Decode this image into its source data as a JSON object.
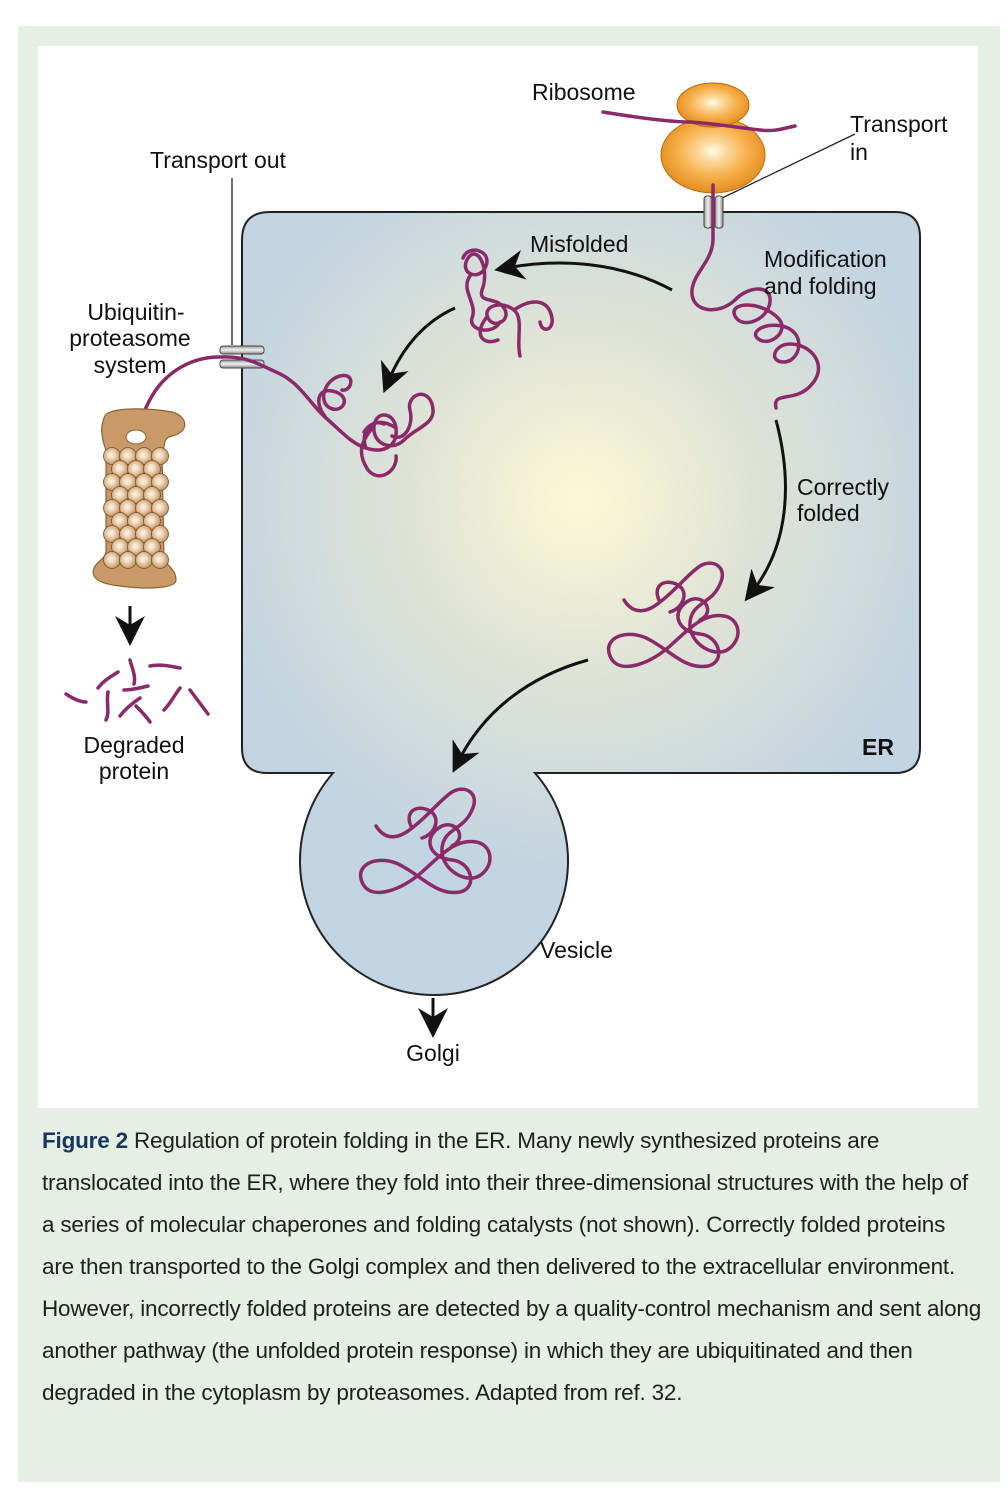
{
  "diagram": {
    "labels": {
      "ribosome": "Ribosome",
      "transport_in_line1": "Transport",
      "transport_in_line2": "in",
      "transport_out": "Transport out",
      "misfolded": "Misfolded",
      "modification_line1": "Modification",
      "modification_line2": "and folding",
      "ubiquitin_line1": "Ubiquitin-",
      "ubiquitin_line2": "proteasome",
      "ubiquitin_line3": "system",
      "correctly_line1": "Correctly",
      "correctly_line2": "folded",
      "degraded_line1": "Degraded",
      "degraded_line2": "protein",
      "er": "ER",
      "vesicle": "Vesicle",
      "golgi": "Golgi"
    },
    "colors": {
      "protein": "#8b2a68",
      "er_fill": "#c4d6e2",
      "er_center": "#fbf8d6",
      "ribosome": "#f2a52f",
      "proteasome": "#c99a68",
      "background": "#e6efe3"
    }
  },
  "caption": {
    "label": "Figure 2",
    "text": "Regulation of protein folding in the ER. Many newly synthesized proteins are translocated into the ER, where they fold into their three-dimensional structures with the help of a series of molecular chaperones and folding catalysts (not shown). Correctly folded proteins are then transported to the Golgi complex and then delivered to the extracellular environment. However, incorrectly folded proteins are detected by a quality-control mechanism and sent along another pathway (the unfolded protein response) in which they are ubiquitinated and then degraded in the cytoplasm by proteasomes. Adapted from ref. 32."
  }
}
